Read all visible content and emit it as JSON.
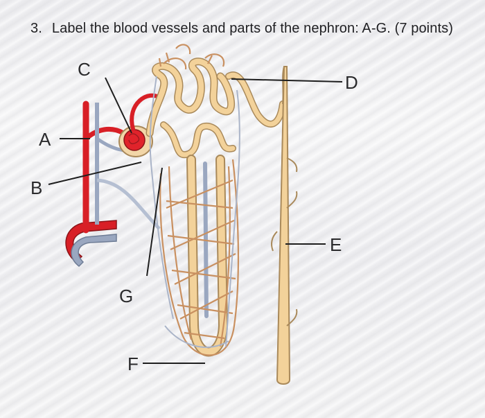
{
  "question": {
    "number": "3.",
    "text": "Label the blood vessels and parts of the nephron: A-G. (7 points)"
  },
  "diagram": {
    "labels": {
      "a": "A",
      "b": "B",
      "c": "C",
      "d": "D",
      "e": "E",
      "f": "F",
      "g": "G"
    },
    "colors": {
      "artery": "#d81f26",
      "vein": "#9aa7c0",
      "tubule": "#f3d29a",
      "tubule_outline": "#a9895a",
      "capillary": "#c99060",
      "leader_line": "#1e1e1e"
    }
  }
}
